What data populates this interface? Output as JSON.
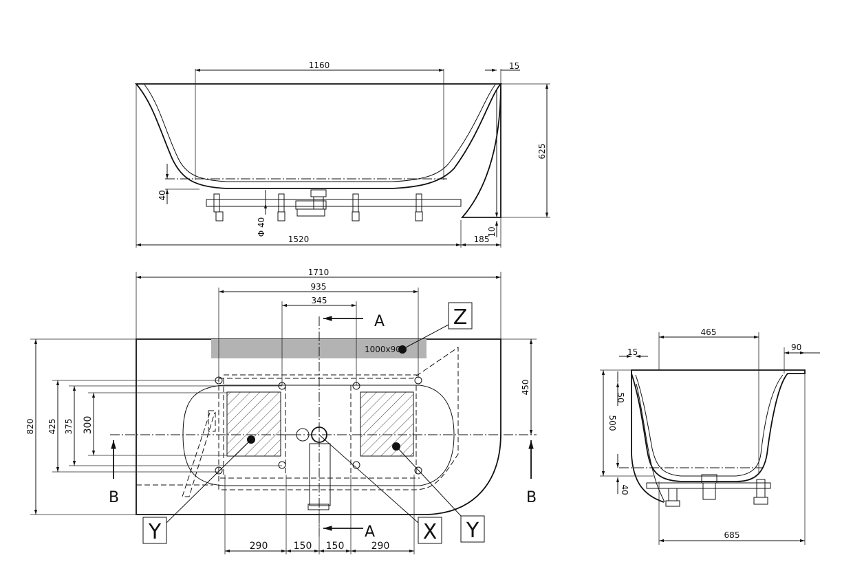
{
  "side_view": {
    "dim_top": "1160",
    "dim_wall": "15",
    "dim_height": "625",
    "dim_bottom": "40",
    "dim_drain": "Φ 40",
    "dim_foot": "10",
    "dim_length": "1520",
    "dim_extension": "185"
  },
  "plan_view": {
    "dim_total": "1710",
    "dim_frame": "935",
    "dim_inner": "345",
    "dim_depth": "820",
    "dim_425": "425",
    "dim_375": "375",
    "dim_300": "300",
    "dim_450": "450",
    "section_a_top": "A",
    "section_a_bottom": "A",
    "section_b_left": "B",
    "section_b_right": "B",
    "cutout_label": "1000x90",
    "bottom_dims": [
      "290",
      "150",
      "150",
      "290"
    ],
    "callouts": {
      "z": "Z",
      "x": "X",
      "y_left": "Y",
      "y_right": "Y"
    }
  },
  "section_view": {
    "dim_465": "465",
    "dim_90": "90",
    "dim_15": "15",
    "dim_50": "50",
    "dim_500": "500",
    "dim_40": "40",
    "dim_685": "685"
  },
  "colors": {
    "line": "#111111",
    "cutout": "#b3b3b3"
  }
}
